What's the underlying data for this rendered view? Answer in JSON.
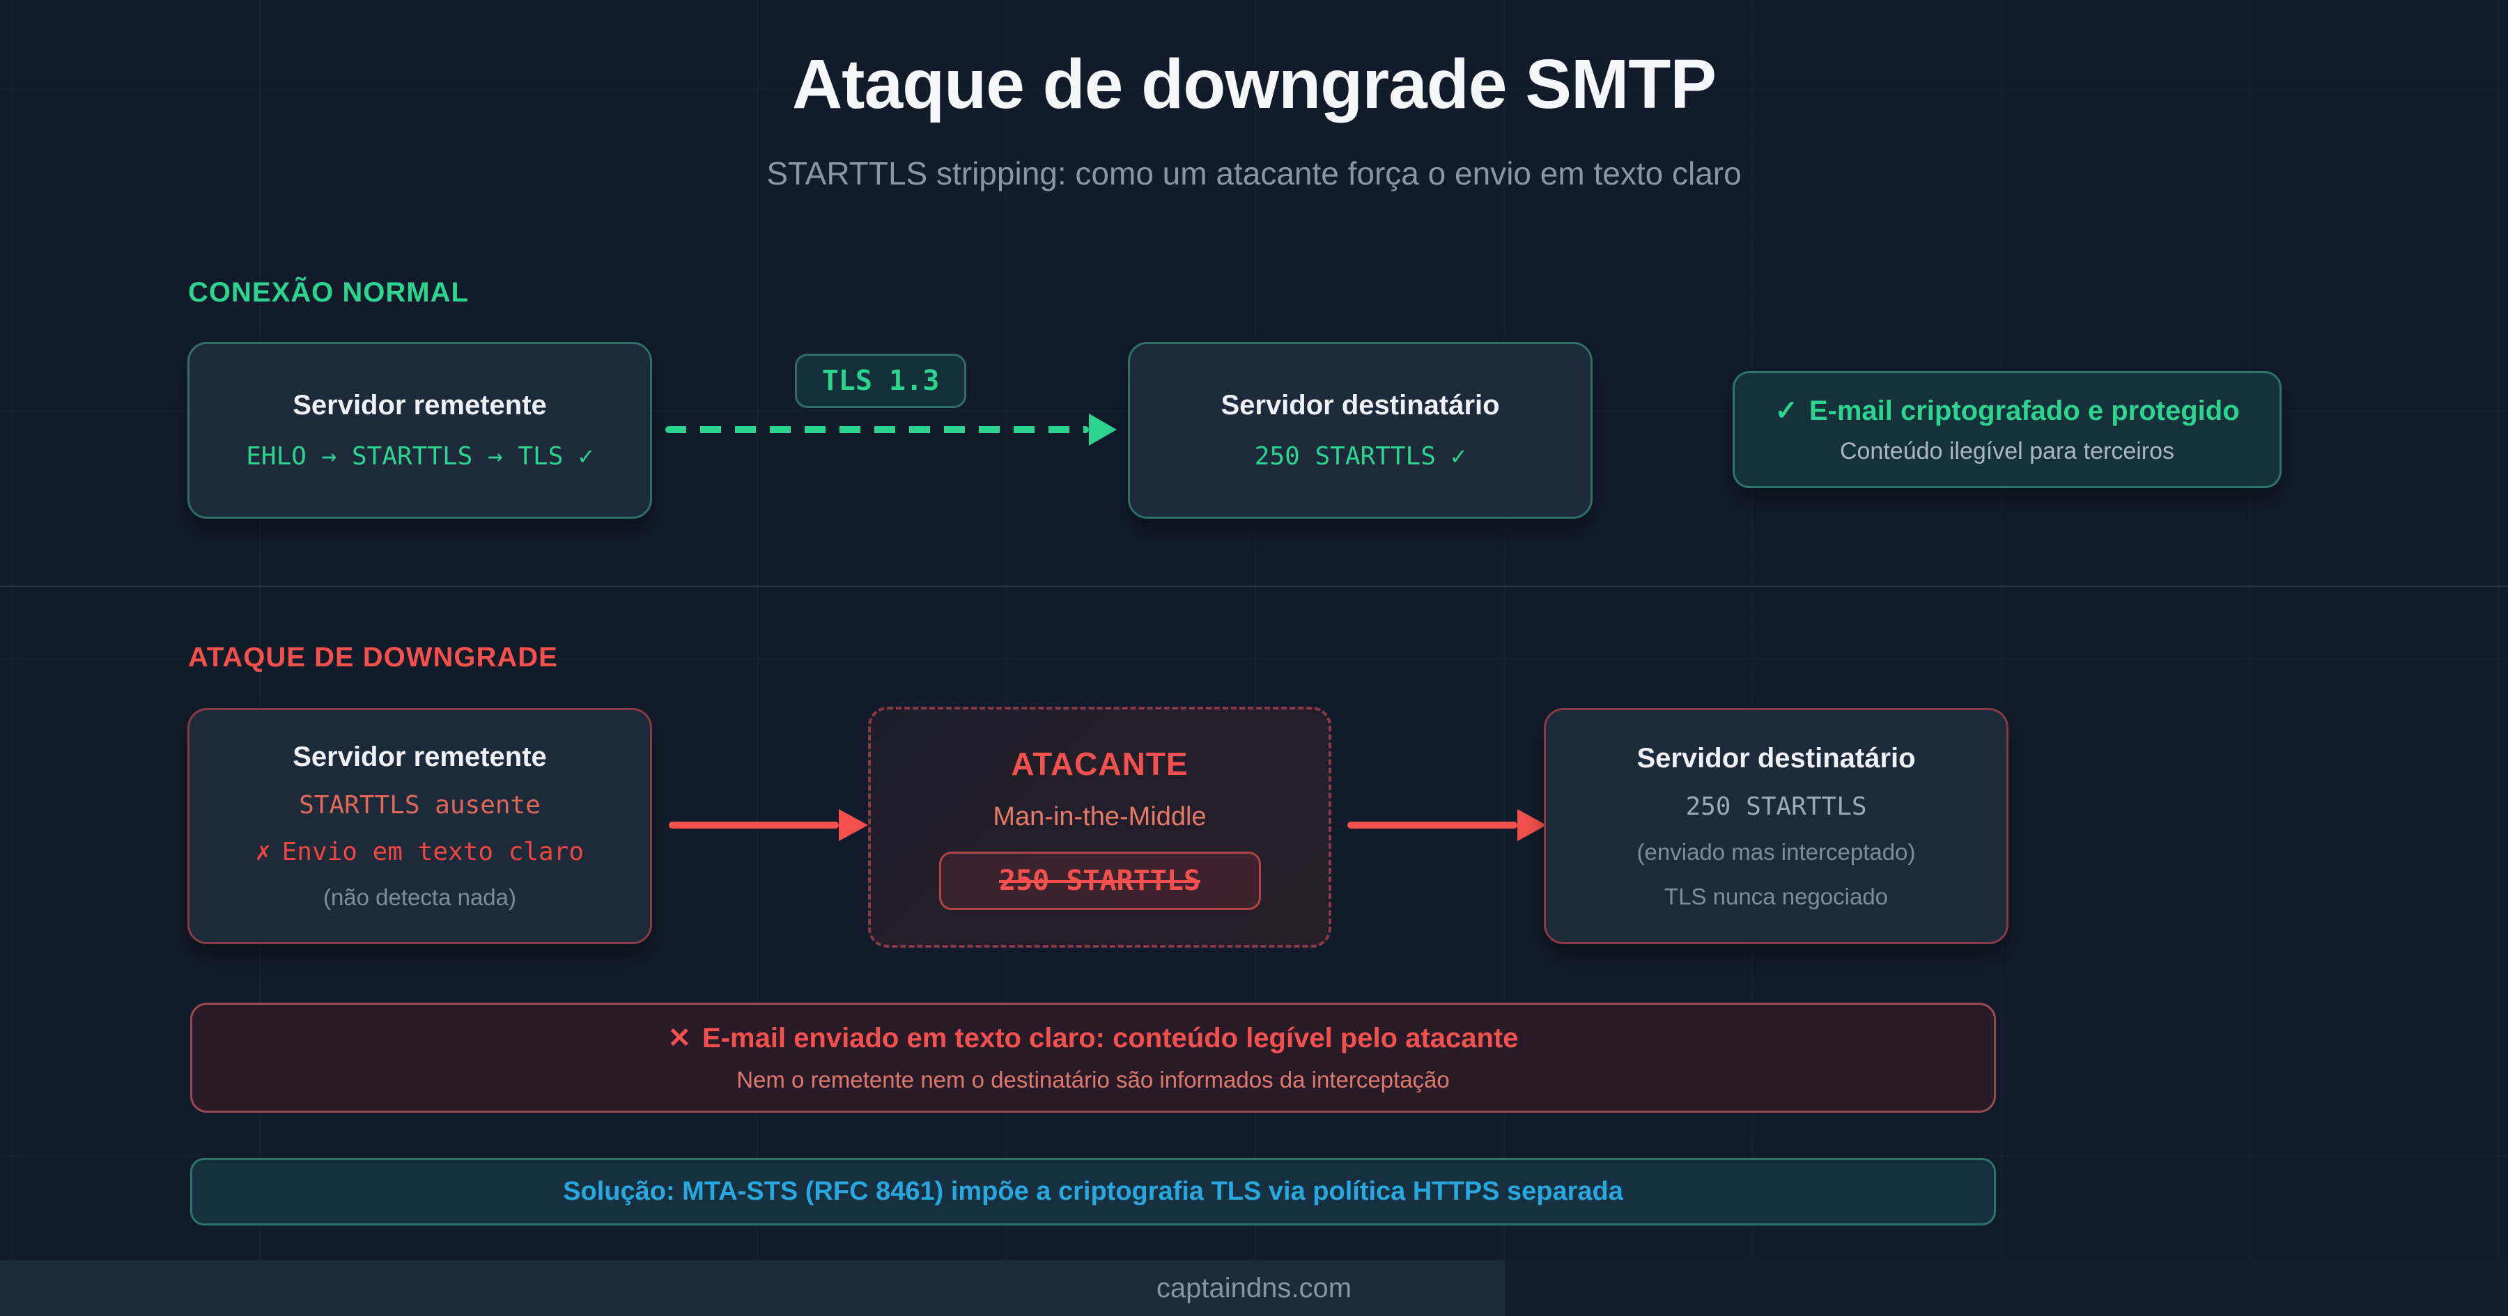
{
  "page": {
    "title": "Ataque de downgrade SMTP",
    "subtitle": "STARTTLS stripping: como um atacante força o envio em texto claro",
    "footer_domain": "captaindns.com"
  },
  "colors": {
    "background": "#111b29",
    "panel": "#1d2a39",
    "accent_green": "#2dd48f",
    "teal_border": "#2e6f66",
    "accent_red": "#f4514e",
    "red_border": "#8a3a46",
    "accent_blue": "#29a8e0",
    "muted_text": "#8b96a5"
  },
  "normal_section": {
    "label": "CONEXÃO NORMAL",
    "sender_box": {
      "title": "Servidor remetente",
      "code": "EHLO → STARTTLS → TLS ✓"
    },
    "tls_badge": "TLS 1.3",
    "receiver_box": {
      "title": "Servidor destinatário",
      "code": "250 STARTTLS ✓"
    },
    "result_box": {
      "icon": "✓",
      "title": "E-mail criptografado e protegido",
      "subtitle": "Conteúdo ilegível para terceiros"
    }
  },
  "attack_section": {
    "label": "ATAQUE DE DOWNGRADE",
    "sender_box": {
      "title": "Servidor remetente",
      "code": "STARTTLS ausente",
      "warning_icon": "✗",
      "warning_text": "Envio em texto claro",
      "note": "(não detecta nada)"
    },
    "attacker_box": {
      "title": "ATACANTE",
      "subtitle": "Man-in-the-Middle",
      "stripped_command": "250 STARTTLS"
    },
    "receiver_box": {
      "title": "Servidor destinatário",
      "code": "250 STARTTLS",
      "note1": "(enviado mas interceptado)",
      "note2": "TLS nunca negociado"
    },
    "warning_banner": {
      "icon": "✕",
      "title": "E-mail enviado em texto claro: conteúdo legível pelo atacante",
      "subtitle": "Nem o remetente nem o destinatário são informados da interceptação"
    },
    "solution_banner": {
      "text": "Solução: MTA-STS (RFC 8461) impõe a criptografia TLS via política HTTPS separada"
    }
  }
}
